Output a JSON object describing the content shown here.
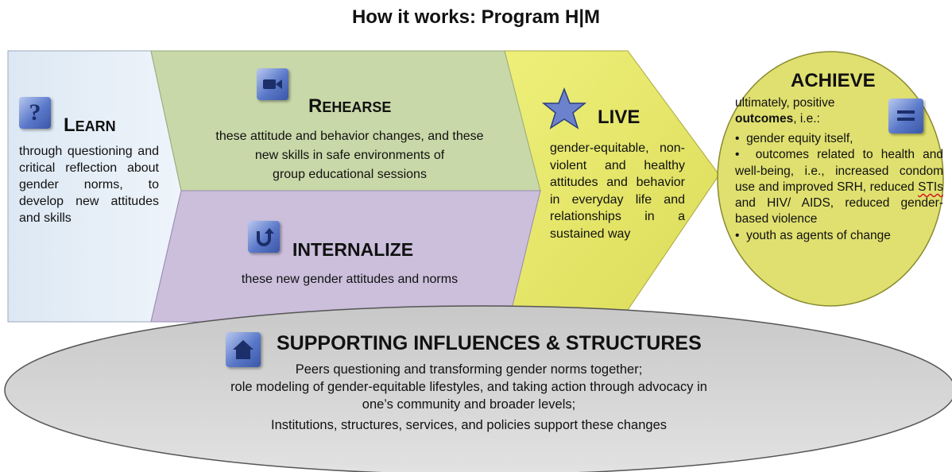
{
  "title": "How it works: Program H|M",
  "learn": {
    "heading_first": "L",
    "heading_rest": "EARN",
    "text": "through questioning and critical reflection about gender norms, to develop new attitudes and skills",
    "icon": "question-icon"
  },
  "rehearse": {
    "heading_first": "R",
    "heading_rest": "EHEARSE",
    "lines": [
      "these attitude and behavior changes, and these",
      "new skills in safe environments of",
      "group educational sessions"
    ],
    "icon": "video-camera-icon"
  },
  "internalize": {
    "heading": "INTERNALIZE",
    "text": "these new gender attitudes and norms",
    "icon": "u-turn-arrow-icon"
  },
  "live": {
    "heading": "LIVE",
    "text": "gender-equitable, non-violent and healthy attitudes and behavior in everyday life and relationships in a sustained way",
    "icon": "star-icon"
  },
  "achieve": {
    "heading": "ACHIEVE",
    "intro_line1": "ultimately, positive",
    "intro_bold": "outcomes",
    "intro_rest": ", i.e.:",
    "bullet1": "gender equity itself,",
    "bullet2": "outcomes related to health and well-being, i.e., increased condom use and improved SRH, reduced ",
    "bullet2_underlined": "STIs",
    "bullet2_end": " and HIV/ AIDS, reduced gender-based violence",
    "bullet3": "youth as agents of change",
    "bullet_symbol": "•",
    "icon": "equals-icon"
  },
  "supporting": {
    "heading": "SUPPORTING INFLUENCES & STRUCTURES",
    "lines": [
      "Peers questioning and transforming gender norms together;",
      "role modeling of gender-equitable lifestyles, and taking action through advocacy in",
      "one’s community and broader levels;",
      "Institutions, structures, services, and policies support these changes"
    ],
    "icon": "house-icon"
  },
  "colors": {
    "learn_fill": "#e8f0f8",
    "rehearse_fill": "#c9d8a8",
    "internalize_fill": "#cbbfdc",
    "live_fill": "#e8e870",
    "achieve_fill": "#e0e070",
    "supporting_fill": "#d8d8d8"
  }
}
